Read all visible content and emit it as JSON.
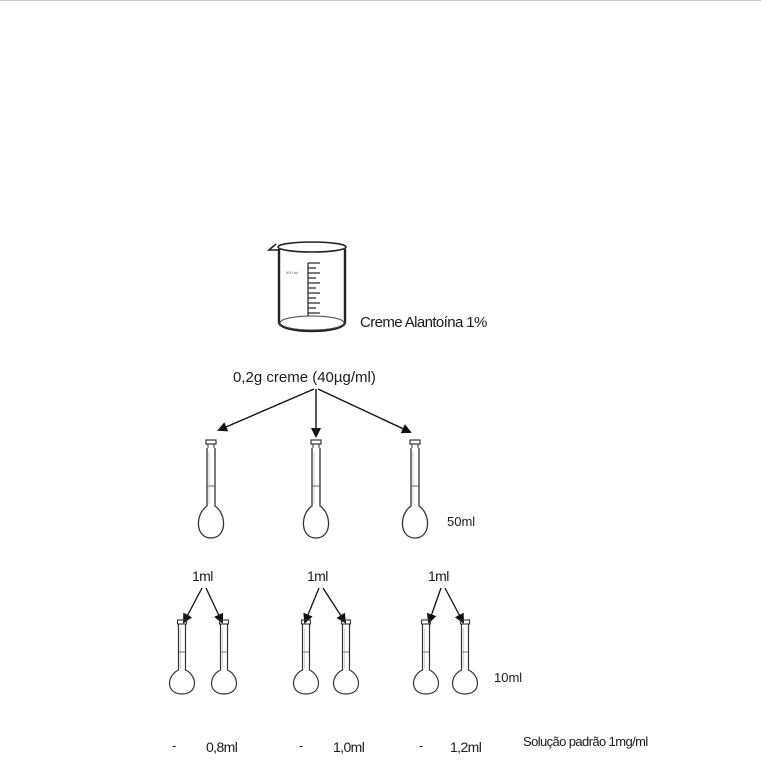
{
  "beaker": {
    "label": "Creme Alantoína 1%",
    "scale_text": "600 ml"
  },
  "sample": {
    "label": "0,2g creme (40µg/ml)"
  },
  "flask_50": {
    "label": "50ml"
  },
  "aliquots": [
    {
      "label": "1ml"
    },
    {
      "label": "1ml"
    },
    {
      "label": "1ml"
    }
  ],
  "flask_10": {
    "label": "10ml"
  },
  "standard": {
    "label": "Solução padrão 1mg/ml",
    "volumes": [
      {
        "dash": "-",
        "value": "0,8ml"
      },
      {
        "dash": "-",
        "value": "1,0ml"
      },
      {
        "dash": "-",
        "value": "1,2ml"
      }
    ]
  }
}
